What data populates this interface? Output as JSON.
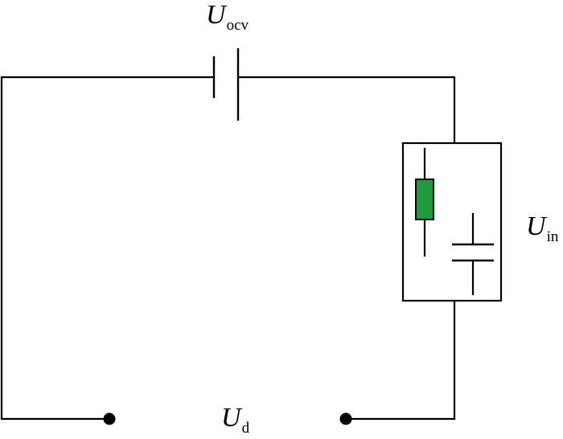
{
  "labels": {
    "ocv": {
      "main": "U",
      "sub": "ocv"
    },
    "internal": {
      "main": "U",
      "sub": "in"
    },
    "drop": {
      "main": "U",
      "sub": "d"
    }
  },
  "colors": {
    "wire": "#000000",
    "resistor_fill": "#1f9a3c",
    "background": "#ffffff"
  },
  "components": {
    "battery": "battery-icon",
    "resistor": "resistor-icon",
    "capacitor": "capacitor-icon",
    "terminals": "terminal-icon"
  }
}
